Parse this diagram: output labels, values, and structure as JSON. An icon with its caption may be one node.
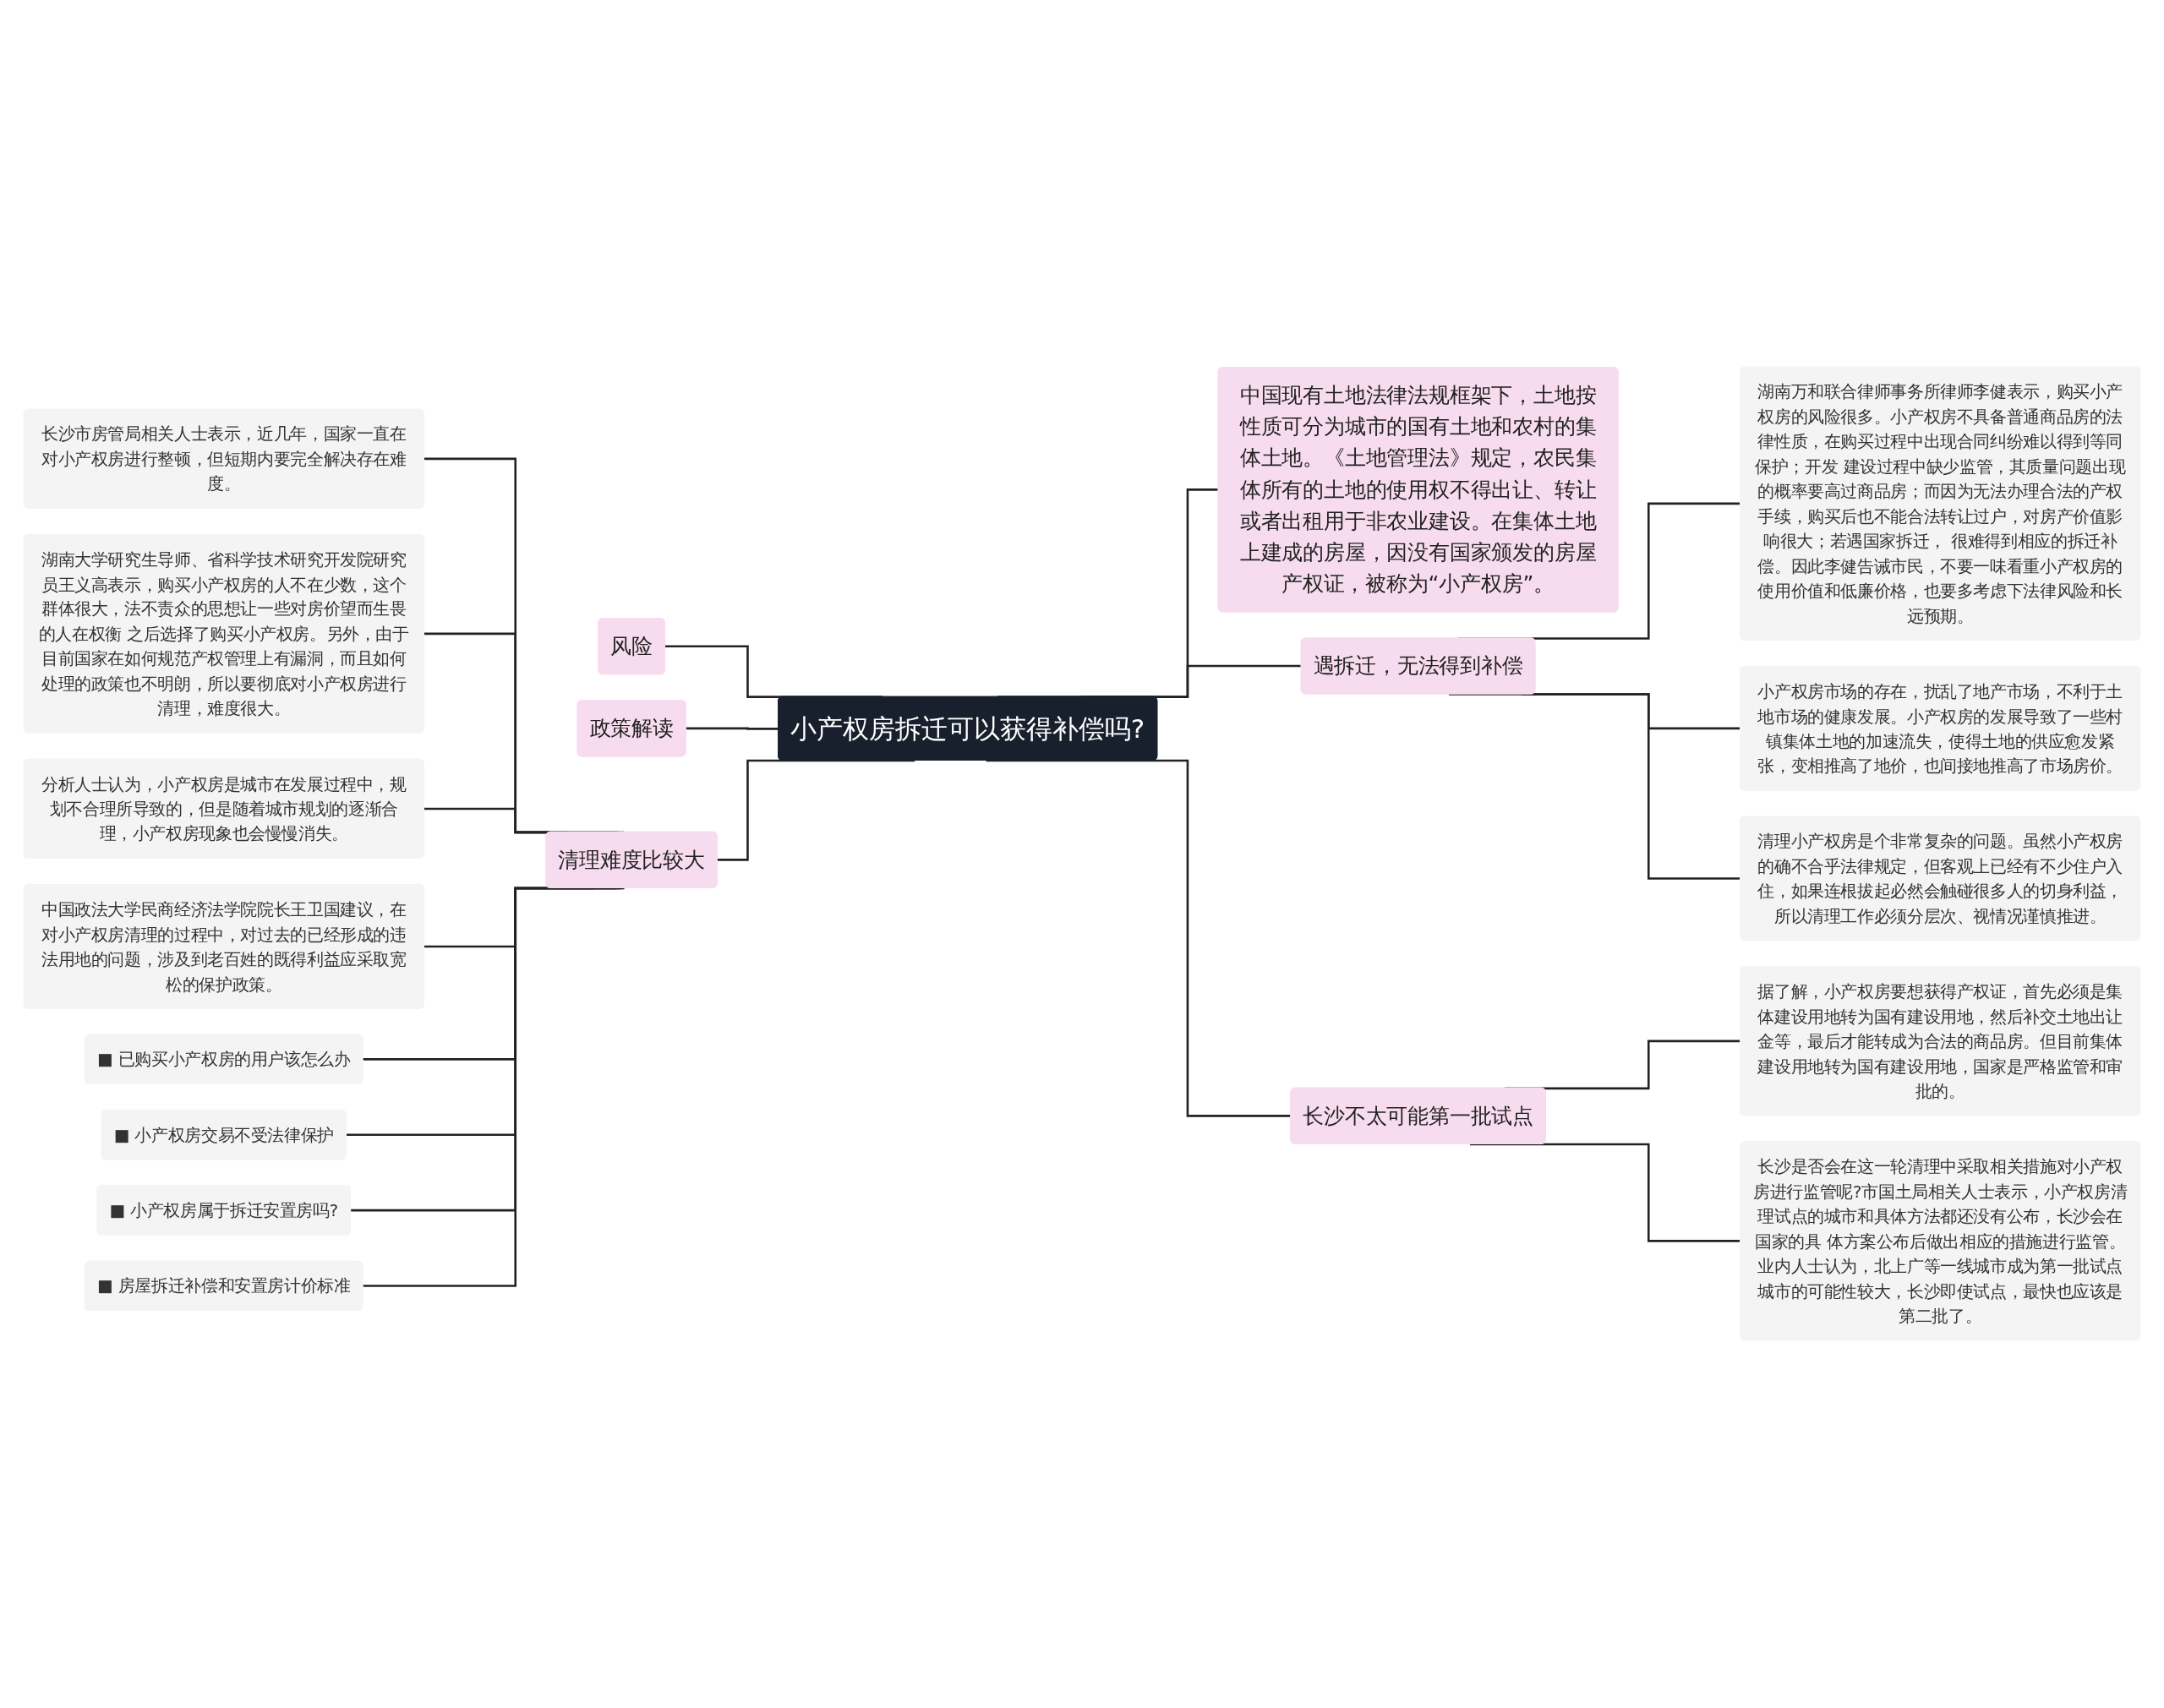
{
  "diagram": {
    "nodes": [
      {
        "text": [
          "小产权房拆迁可以获得补偿吗?"
        ]
      },
      {
        "text": [
          "风险"
        ]
      },
      {
        "text": [
          "政策解读"
        ]
      },
      {
        "text": [
          "清理难度比较大"
        ]
      },
      {
        "text": [
          "长沙市房管局相关人士表示，近几年，国家一直在对小产权房进行整顿，但短期内要完全解决存在难度。"
        ]
      },
      {
        "text": [
          "湖南大学研究生导师、省科学技术研究开发院研究员王义高表示，购买小产权房的人不在少数，这个群体很大，法不责众的思想让一些对房价望而生畏的人在权衡 之后选择了购买小产权房。另外，由于目前国家在如何规范产权管理上有漏洞，而且如何处理的政策也不明朗，所以要彻底对小产权房进行清理，难度很大。"
        ]
      },
      {
        "text": [
          "分析人士认为，小产权房是城市在发展过程中，规划不合理所导致的，但是随着城市规划的逐渐合理，小产权房现象也会慢慢消失。"
        ]
      },
      {
        "text": [
          "中国政法大学民商经济法学院院长王卫国建议，在对小产权房清理的过程中，对过去的已经形成的违法用地的问题，涉及到老百姓的既得利益应采取宽松的保护政策。"
        ]
      },
      {
        "text": [
          "■ 已购买小产权房的用户该怎么办"
        ]
      },
      {
        "text": [
          "■ 小产权房交易不受法律保护"
        ]
      },
      {
        "text": [
          "■ 小产权房属于拆迁安置房吗?"
        ]
      },
      {
        "text": [
          "■ 房屋拆迁补偿和安置房计价标准"
        ]
      },
      {
        "text": [
          "中国现有土地法律法规框架下，土地按性质可分为城市的国有土地和农村的集体土地。《土地管理法》规定，农民集体所有的土地的使用权不得出让、转让或者出租用于非农业建设。在集体土地上建成的房屋，因没有国家颁发的房屋产权证，被称为“小产权房”。"
        ]
      },
      {
        "text": [
          "遇拆迁，无法得到补偿"
        ]
      },
      {
        "text": [
          "湖南万和联合律师事务所律师李健表示，购买小产权房的风险很多。小产权房不具备普通商品房的法律性质，在购买过程中出现合同纠纷难以得到等同保护；开发 建设过程中缺少监管，其质量问题出现的概率要高过商品房；而因为无法办理合法的产权手续，购买后也不能合法转让过户，对房产价值影响很大；若遇国家拆迁， 很难得到相应的拆迁补偿。因此李健告诫市民，不要一味看重小产权房的使用价值和低廉价格，也要多考虑下法律风险和长远预期。"
        ]
      },
      {
        "text": [
          "小产权房市场的存在，扰乱了地产市场，不利于土地市场的健康发展。小产权房的发展导致了一些村镇集体土地的加速流失，使得土地的供应愈发紧张，变相推高了地价，也间接地推高了市场房价。"
        ]
      },
      {
        "text": [
          "清理小产权房是个非常复杂的问题。虽然小产权房的确不合乎法律规定，但客观上已经有不少住户入住，如果连根拔起必然会触碰很多人的切身利益，所以清理工作必须分层次、视情况谨慎推进。"
        ]
      },
      {
        "text": [
          "长沙不太可能第一批试点"
        ]
      },
      {
        "text": [
          "据了解，小产权房要想获得产权证，首先必须是集体建设用地转为国有建设用地，然后补交土地出让金等，最后才能转成为合法的商品房。但目前集体建设用地转为国有建设用地，国家是严格监管和审批的。"
        ]
      },
      {
        "text": [
          "长沙是否会在这一轮清理中采取相关措施对小产权房进行监管呢?市国土局相关人士表示，小产权房清理试点的城市和具体方法都还没有公布，长沙会在国家的具 体方案公布后做出相应的措施进行监管。业内人士认为，北上广等一线城市成为第一批试点城市的可能性较大，长沙即使试点，最快也应该是第二批了。"
        ]
      }
    ],
    "edges": [
      {
        "from": 0,
        "to": 1,
        "arrow": "none"
      },
      {
        "from": 0,
        "to": 2,
        "arrow": "none"
      },
      {
        "from": 0,
        "to": 3,
        "arrow": "none"
      },
      {
        "from": 3,
        "to": 4,
        "arrow": "none"
      },
      {
        "from": 3,
        "to": 5,
        "arrow": "none"
      },
      {
        "from": 3,
        "to": 6,
        "arrow": "none"
      },
      {
        "from": 3,
        "to": 7,
        "arrow": "none"
      },
      {
        "from": 3,
        "to": 8,
        "arrow": "none"
      },
      {
        "from": 3,
        "to": 9,
        "arrow": "none"
      },
      {
        "from": 3,
        "to": 10,
        "arrow": "none"
      },
      {
        "from": 3,
        "to": 11,
        "arrow": "none"
      },
      {
        "from": 0,
        "to": 12,
        "arrow": "none"
      },
      {
        "from": 0,
        "to": 13,
        "arrow": "none"
      },
      {
        "from": 13,
        "to": 14,
        "arrow": "none"
      },
      {
        "from": 13,
        "to": 15,
        "arrow": "none"
      },
      {
        "from": 13,
        "to": 16,
        "arrow": "none"
      },
      {
        "from": 0,
        "to": 17,
        "arrow": "none"
      },
      {
        "from": 17,
        "to": 18,
        "arrow": "none"
      },
      {
        "from": 17,
        "to": 19,
        "arrow": "none"
      }
    ]
  }
}
